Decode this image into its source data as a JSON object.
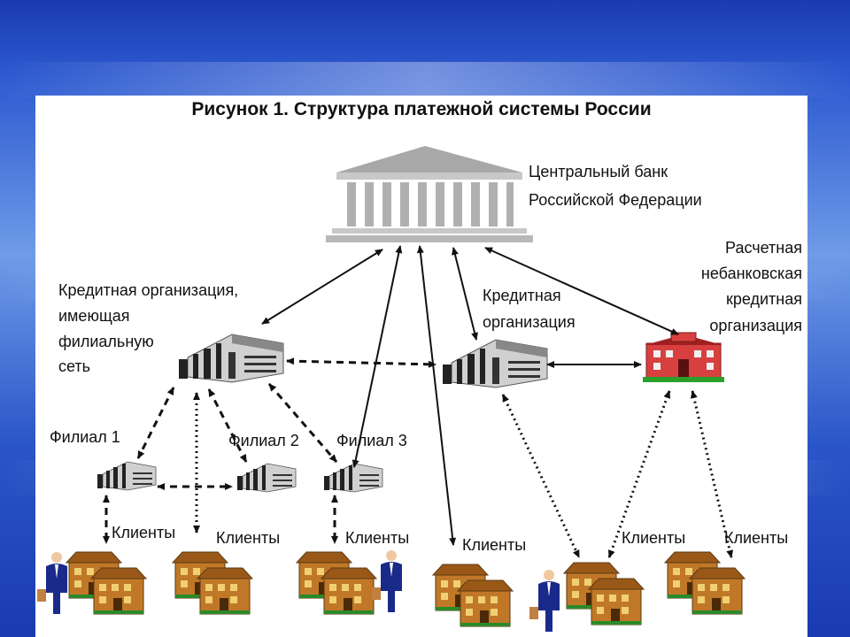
{
  "diagram": {
    "title": "Рисунок 1. Структура платежной системы России",
    "central_bank": {
      "line1": "Центральный банк",
      "line2": "Российской Федерации"
    },
    "credit_org_network": {
      "line1": "Кредитная организация,",
      "line2": "имеющая",
      "line3": "филиальную",
      "line4": "сеть"
    },
    "credit_org": {
      "line1": "Кредитная",
      "line2": "организация"
    },
    "nonbank": {
      "line1": "Расчетная",
      "line2": "небанковская",
      "line3": "кредитная",
      "line4": "организация"
    },
    "branches": {
      "b1": "Филиал 1",
      "b2": "Филиал 2",
      "b3": "Филиал 3"
    },
    "clients": {
      "c1": "Клиенты",
      "c2": "Клиенты",
      "c3": "Клиенты",
      "c4": "Клиенты",
      "c5": "Клиенты",
      "c6": "Клиенты"
    }
  },
  "colors": {
    "background_blue": "#2d5ad0",
    "bank_gray": "#a0a0a0",
    "building_brown": "#b86a1e",
    "nonbank_red": "#c83232",
    "person_blue": "#1a2a8a"
  }
}
